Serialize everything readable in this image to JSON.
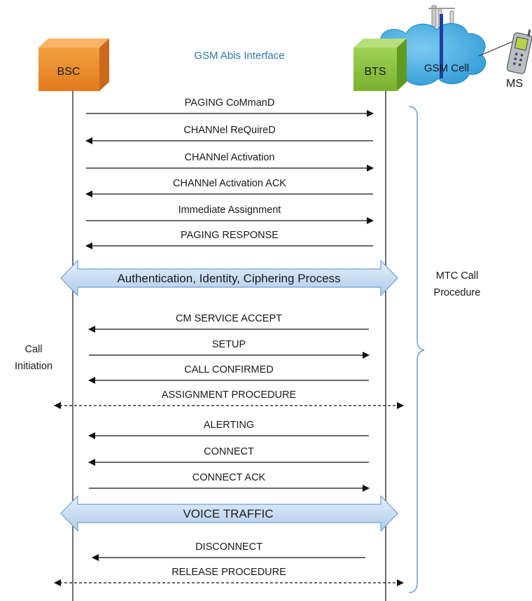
{
  "title": "GSM Abis Interface",
  "entities": {
    "bsc": "BSC",
    "bts": "BTS",
    "cell": "GSM Cell",
    "ms": "MS"
  },
  "messages": [
    {
      "label": "PAGING CoMmanD",
      "dir": "right"
    },
    {
      "label": "CHANNel ReQuireD",
      "dir": "left"
    },
    {
      "label": "CHANNel Activation",
      "dir": "right"
    },
    {
      "label": "CHANNel Activation ACK",
      "dir": "left"
    },
    {
      "label": "Immediate Assignment",
      "dir": "right"
    },
    {
      "label": "PAGING RESPONSE",
      "dir": "left"
    },
    {
      "label": "CM SERVICE ACCEPT",
      "dir": "left"
    },
    {
      "label": "SETUP",
      "dir": "right"
    },
    {
      "label": "CALL CONFIRMED",
      "dir": "left"
    },
    {
      "label": "ASSIGNMENT PROCEDURE",
      "dir": "both-dashed"
    },
    {
      "label": "ALERTING",
      "dir": "left"
    },
    {
      "label": "CONNECT",
      "dir": "left"
    },
    {
      "label": "CONNECT ACK",
      "dir": "right"
    },
    {
      "label": "DISCONNECT",
      "dir": "left"
    },
    {
      "label": "RELEASE PROCEDURE",
      "dir": "both-dashed"
    }
  ],
  "bands": [
    {
      "label": "Authentication, Identity, Ciphering Process"
    },
    {
      "label": "VOICE TRAFFIC"
    }
  ],
  "annotations": {
    "mtc_line1": "MTC Call",
    "mtc_line2": "Procedure",
    "call_line1": "Call",
    "call_line2": "Initiation"
  },
  "colors": {
    "bsc_box": "#f0912e",
    "bts_box": "#8cc63f",
    "cloud": "#3fa9e0",
    "band": "#cfe2f6",
    "title": "#2e75b6",
    "brace": "#6f9fd4"
  }
}
